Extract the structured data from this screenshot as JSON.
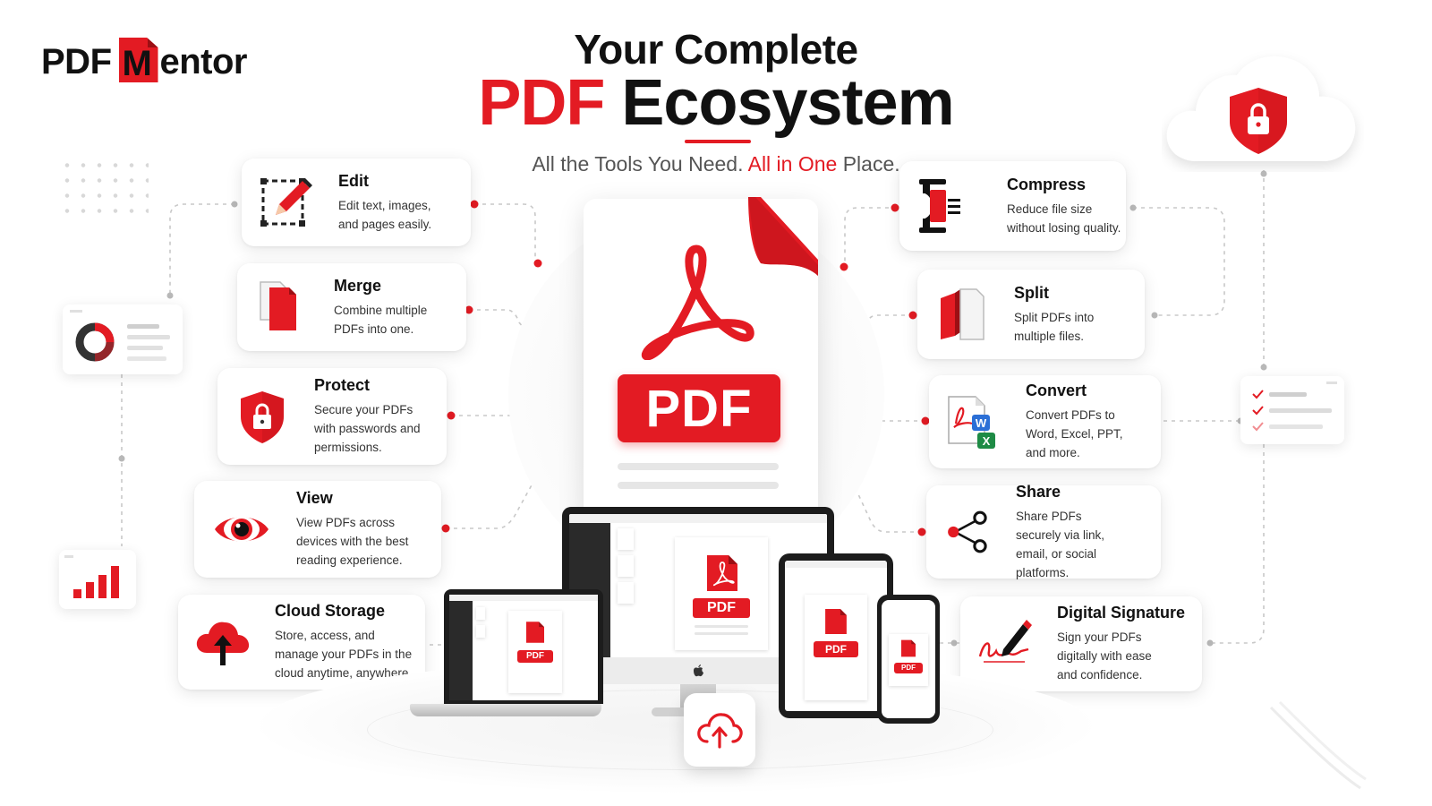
{
  "brand": {
    "logo_prefix": "PDF",
    "logo_m": "M",
    "logo_rest": "entor",
    "accent": "#e31b23",
    "dark": "#111111"
  },
  "header": {
    "title_line1": "Your Complete",
    "title_red": "PDF",
    "title_dark": "Ecosystem",
    "tagline_start": "All the Tools You Need.",
    "tagline_red": "All in One",
    "tagline_end": "Place."
  },
  "center": {
    "badge": "PDF",
    "monitor_badge": "PDF",
    "laptop_badge": "PDF",
    "tablet_badge": "PDF",
    "phone_badge": "PDF"
  },
  "features_left": [
    {
      "title": "Edit",
      "desc": "Edit text, images, and pages easily.",
      "icon": "edit-icon"
    },
    {
      "title": "Merge",
      "desc": "Combine multiple PDFs into one.",
      "icon": "merge-icon"
    },
    {
      "title": "Protect",
      "desc": "Secure your PDFs with passwords and permissions.",
      "icon": "shield-lock-icon"
    },
    {
      "title": "View",
      "desc": "View PDFs across devices with the best reading experience.",
      "icon": "eye-icon"
    },
    {
      "title": "Cloud Storage",
      "desc": "Store, access, and manage your PDFs in the cloud anytime, anywhere.",
      "icon": "cloud-upload-icon"
    }
  ],
  "features_right": [
    {
      "title": "Compress",
      "desc": "Reduce file size without losing quality.",
      "icon": "compress-icon"
    },
    {
      "title": "Split",
      "desc": "Split PDFs into multiple files.",
      "icon": "split-icon"
    },
    {
      "title": "Convert",
      "desc": "Convert PDFs to Word, Excel, PPT, and more.",
      "icon": "convert-icon"
    },
    {
      "title": "Share",
      "desc": "Share PDFs securely via link, email, or social platforms.",
      "icon": "share-icon"
    },
    {
      "title": "Digital Signature",
      "desc": "Sign your PDFs digitally with ease and confidence.",
      "icon": "signature-icon"
    }
  ],
  "convert_letters": {
    "word": "W",
    "excel": "X"
  }
}
